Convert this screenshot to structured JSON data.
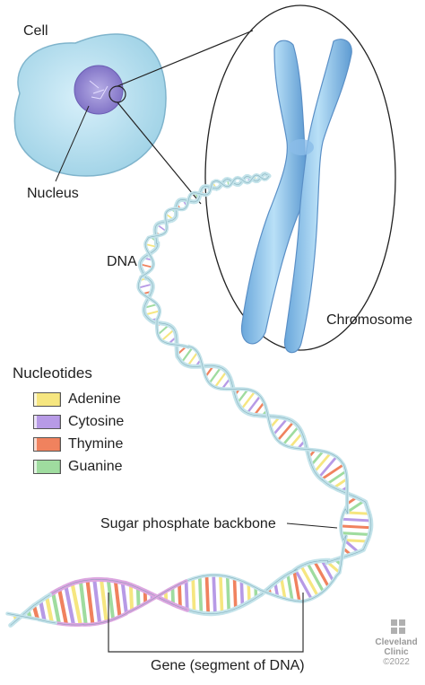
{
  "labels": {
    "cell": "Cell",
    "nucleus": "Nucleus",
    "dna": "DNA",
    "chromosome": "Chromosome",
    "backbone": "Sugar phosphate backbone",
    "gene": "Gene (segment of DNA)"
  },
  "legend": {
    "title": "Nucleotides",
    "items": [
      {
        "label": "Adenine",
        "color": "#f6e680"
      },
      {
        "label": "Cytosine",
        "color": "#b79ae6"
      },
      {
        "label": "Thymine",
        "color": "#f0825e"
      },
      {
        "label": "Guanine",
        "color": "#9fdc9f"
      }
    ]
  },
  "logo": {
    "line1": "Cleveland",
    "line2": "Clinic",
    "year": "©2022"
  },
  "colors": {
    "cell": "#bde4f2",
    "nucleus": "#9c8fd6",
    "chromosome": "#8fc6ee",
    "backbone": "#c3e3ea",
    "gene_backbone": "#dca6e0"
  }
}
